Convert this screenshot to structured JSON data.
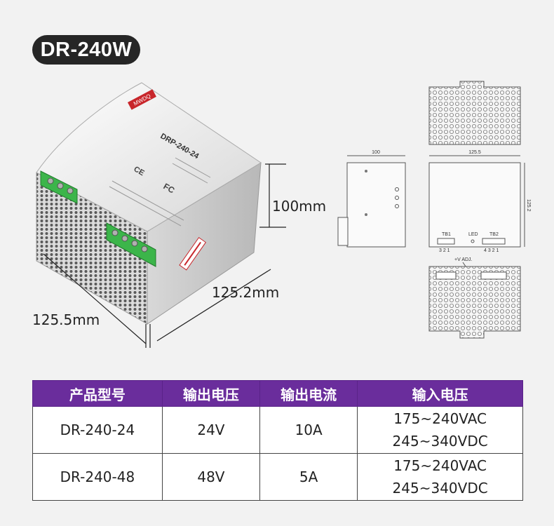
{
  "header": {
    "title": "DR-240W"
  },
  "product": {
    "brand": "MWDQ",
    "model_label": "DRP-240-24",
    "ce_mark": "CE",
    "fc_mark": "FC"
  },
  "dimensions": {
    "height": "100mm",
    "depth": "125.2mm",
    "width": "125.5mm"
  },
  "drawing": {
    "side_width": "100",
    "front_width": "125.5",
    "front_height": "125.2",
    "tb1": "TB1",
    "led": "LED",
    "tb2": "TB2",
    "tb1_pins": "3 2 1",
    "tb2_pins": "4 3 2 1",
    "vadj": "+V ADJ."
  },
  "table": {
    "headers": [
      "产品型号",
      "输出电压",
      "输出电流",
      "输入电压"
    ],
    "rows": [
      {
        "model": "DR-240-24",
        "vout": "24V",
        "iout": "10A",
        "vin_ac": "175~240VAC",
        "vin_dc": "245~340VDC"
      },
      {
        "model": "DR-240-48",
        "vout": "48V",
        "iout": "5A",
        "vin_ac": "175~240VAC",
        "vin_dc": "245~340VDC"
      }
    ]
  },
  "colors": {
    "header_bg": "#6a2d9c",
    "pill_bg": "#262626",
    "terminal_green": "#3cb54a"
  }
}
